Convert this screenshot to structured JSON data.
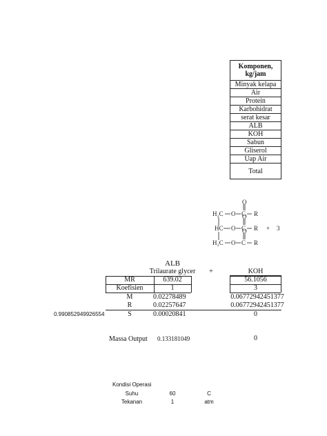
{
  "komponen_table": {
    "header": "Komponen, kg/jam",
    "rows": [
      "Minyak kelapa",
      "Air",
      "Protein",
      "Karbohidrat",
      "serat kesar",
      "ALB",
      "KOH",
      "Sabun",
      "Gliserol",
      "Uap Air"
    ],
    "total_label": "Total"
  },
  "molecule": {
    "h2c_top": "H₂C",
    "hc_mid": "HC",
    "h2c_bot": "H₂C",
    "o": "O",
    "c": "C",
    "r": "R",
    "plus": "+",
    "coef": "3"
  },
  "reaction": {
    "col1_header": "ALB",
    "col1_sub": "Trilaurate glycer",
    "plus_sign": "+",
    "col2_header": "KOH",
    "rows": [
      {
        "label": "MR",
        "v1": "639.02",
        "v2": "56.1056"
      },
      {
        "label": "Koefisien",
        "v1": "1",
        "v2": "3"
      },
      {
        "label": "M",
        "v1": "0.02278489",
        "v2": "0.06772942451377"
      },
      {
        "label": "R",
        "v1": "0.02257647",
        "v2": "0.06772942451377"
      },
      {
        "label": "S",
        "v1": "0.00020841",
        "v2": "0"
      }
    ],
    "side_value": "0.990852949926554",
    "massa_output_label": "Massa Output",
    "massa_output_v1": "0.133181049",
    "massa_output_v2": "0"
  },
  "kondisi": {
    "title": "Kondisi Operasi",
    "rows": [
      {
        "label": "Suhu",
        "value": "60",
        "unit": "C"
      },
      {
        "label": "Tekanan",
        "value": "1",
        "unit": "atm"
      }
    ]
  }
}
